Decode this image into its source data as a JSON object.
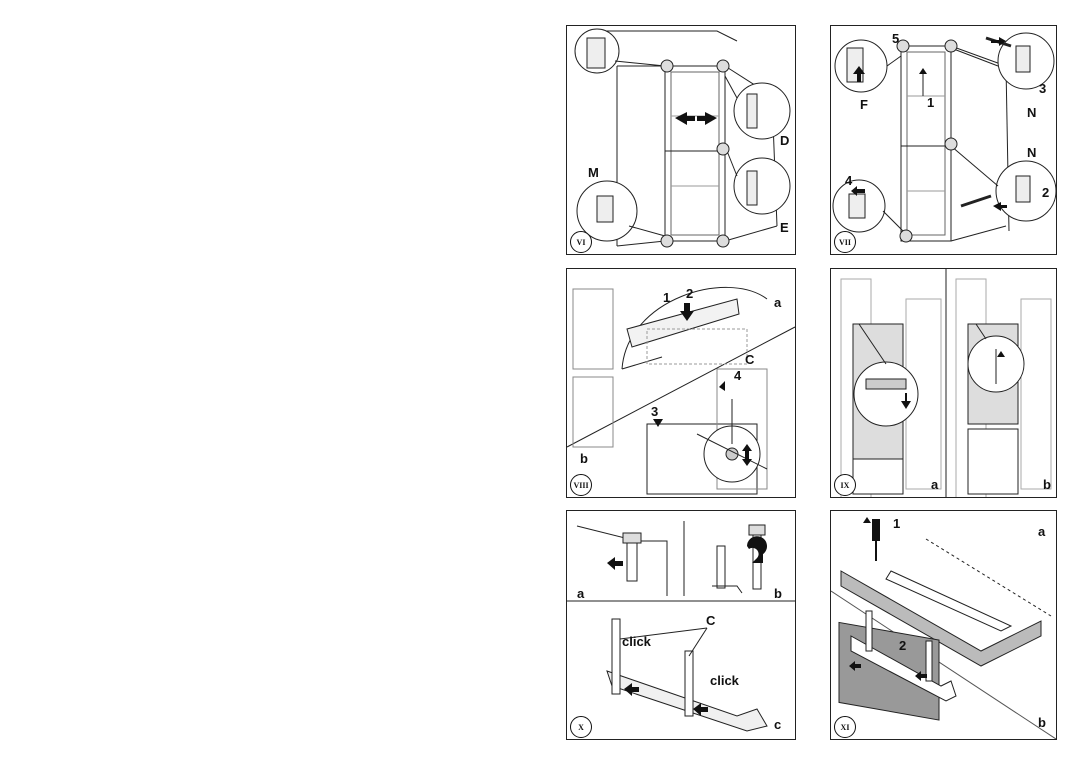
{
  "figures": [
    {
      "id": "VI",
      "labels": {
        "m": "M",
        "d": "D",
        "e": "E"
      }
    },
    {
      "id": "VII",
      "labels": {
        "n5": "5",
        "n1": "1",
        "n3": "3",
        "f": "F",
        "N1": "N",
        "N2": "N",
        "n4": "4",
        "n2": "2"
      }
    },
    {
      "id": "VIII",
      "labels": {
        "n1": "1",
        "n2": "2",
        "a": "a",
        "c": "C",
        "n4": "4",
        "n3": "3",
        "b": "b"
      }
    },
    {
      "id": "IX",
      "labels": {
        "a": "a",
        "b": "b"
      }
    },
    {
      "id": "X",
      "labels": {
        "a": "a",
        "b": "b",
        "c": "C",
        "click1": "click",
        "click2": "click",
        "c2": "c"
      }
    },
    {
      "id": "XI",
      "labels": {
        "n1": "1",
        "a": "a",
        "n2": "2",
        "b": "b"
      }
    }
  ]
}
